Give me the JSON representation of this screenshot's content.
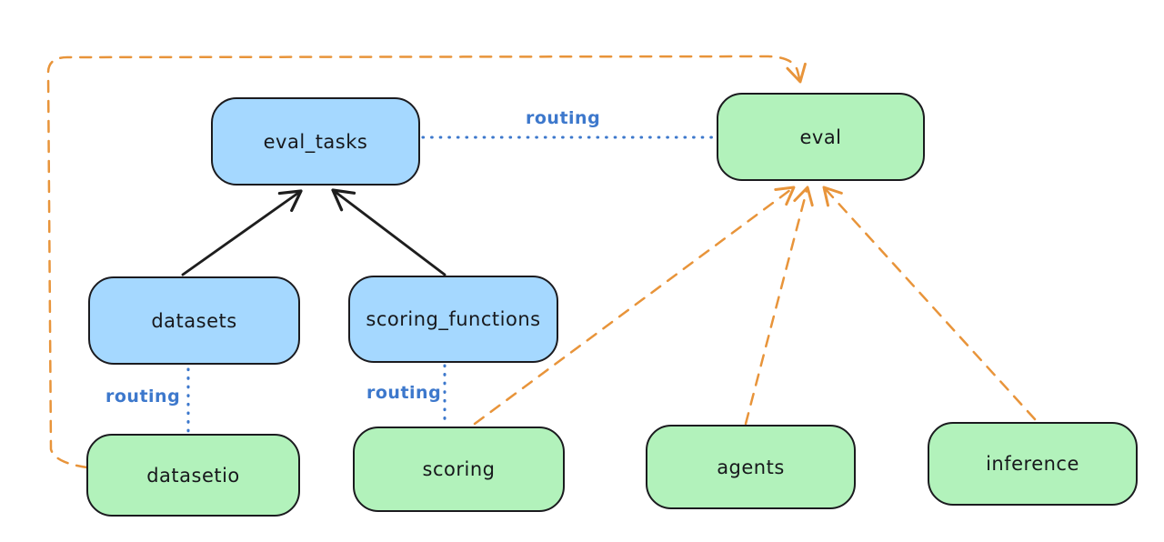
{
  "diagram": {
    "background_color": "#ffffff",
    "colors": {
      "resource_box_fill": "#a5d8ff",
      "provider_box_fill": "#b2f2bb",
      "box_stroke": "#1b1b1f",
      "solid_arrow": "#1e1e1e",
      "routing_line_and_label": "#3d78cc",
      "provider_dashed_arrow": "#e8943a"
    },
    "nodes": [
      {
        "id": "eval_tasks",
        "label": "eval_tasks",
        "style": "blue"
      },
      {
        "id": "eval",
        "label": "eval",
        "style": "green"
      },
      {
        "id": "datasets",
        "label": "datasets",
        "style": "blue"
      },
      {
        "id": "scoring_functions",
        "label": "scoring_functions",
        "style": "blue"
      },
      {
        "id": "datasetio",
        "label": "datasetio",
        "style": "green"
      },
      {
        "id": "scoring",
        "label": "scoring",
        "style": "green"
      },
      {
        "id": "agents",
        "label": "agents",
        "style": "green"
      },
      {
        "id": "inference",
        "label": "inference",
        "style": "green"
      }
    ],
    "edges": [
      {
        "from": "datasets",
        "to": "eval_tasks",
        "style": "solid-black-arrow",
        "label": ""
      },
      {
        "from": "scoring_functions",
        "to": "eval_tasks",
        "style": "solid-black-arrow",
        "label": ""
      },
      {
        "from": "eval_tasks",
        "to": "eval",
        "style": "dotted-blue",
        "label": "routing"
      },
      {
        "from": "datasets",
        "to": "datasetio",
        "style": "dotted-blue",
        "label": "routing"
      },
      {
        "from": "scoring_functions",
        "to": "scoring",
        "style": "dotted-blue",
        "label": "routing"
      },
      {
        "from": "datasetio",
        "to": "eval",
        "style": "dashed-orange-arrow",
        "label": ""
      },
      {
        "from": "scoring",
        "to": "eval",
        "style": "dashed-orange-arrow",
        "label": ""
      },
      {
        "from": "agents",
        "to": "eval",
        "style": "dashed-orange-arrow",
        "label": ""
      },
      {
        "from": "inference",
        "to": "eval",
        "style": "dashed-orange-arrow",
        "label": ""
      }
    ]
  }
}
